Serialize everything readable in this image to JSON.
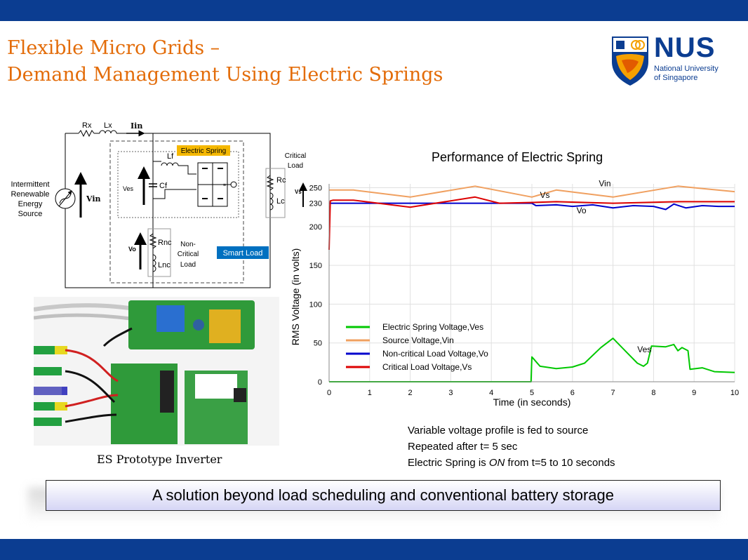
{
  "slide": {
    "title_line1": "Flexible Micro Grids –",
    "title_line2": "Demand Management Using Electric Springs",
    "banner": "A solution beyond load scheduling and conventional battery storage",
    "notes": [
      "Variable voltage profile is fed to source",
      "Repeated after t= 5 sec",
      "Electric Spring is ON from t=5 to 10 seconds"
    ],
    "notes_emphasis": "ON"
  },
  "logo": {
    "name": "NUS",
    "line1": "National University",
    "line2": "of Singapore"
  },
  "circuit": {
    "rx": "Rx",
    "lx": "Lx",
    "iin": "Iin",
    "source_line1": "Intermittent",
    "source_line2": "Renewable",
    "source_line3": "Energy",
    "source_line4": "Source",
    "vin": "Vin",
    "es_label": "Electric Spring",
    "lf": "Lf",
    "cf": "Cf",
    "ves": "Ves",
    "critical_line1": "Critical",
    "critical_line2": "Load",
    "rc": "Rc",
    "lc": "Lc",
    "vs": "Vs",
    "rnc": "Rnc",
    "lnc": "Lnc",
    "vo": "Vo",
    "noncrit_line1": "Non-",
    "noncrit_line2": "Critical",
    "noncrit_line3": "Load",
    "smart_load": "Smart Load"
  },
  "photo": {
    "caption": "ES Prototype Inverter"
  },
  "colors": {
    "band": "#0b3d91",
    "title": "#e36c09",
    "ves": "#00c800",
    "vin": "#f0a060",
    "vo": "#0000cc",
    "vs": "#dd0000",
    "es_box": "#f5b800",
    "smart_box": "#0070c0"
  },
  "chart_data": {
    "type": "line",
    "title": "Performance of Electric Spring",
    "xlabel": "Time (in seconds)",
    "ylabel": "RMS Voltage (in volts)",
    "xlim": [
      0,
      10
    ],
    "ylim": [
      0,
      255
    ],
    "xticks": [
      0,
      1,
      2,
      3,
      4,
      5,
      6,
      7,
      8,
      9,
      10
    ],
    "yticks": [
      0,
      50,
      100,
      150,
      200,
      230,
      250
    ],
    "grid": true,
    "legend_position": "lower-left",
    "annotations": [
      {
        "text": "Vin",
        "x": 6.65,
        "y": 252
      },
      {
        "text": "Vs",
        "x": 5.2,
        "y": 237
      },
      {
        "text": "Vo",
        "x": 6.1,
        "y": 217
      },
      {
        "text": "Ves",
        "x": 7.6,
        "y": 38
      }
    ],
    "series": [
      {
        "name": "Electric Spring Voltage,Ves",
        "color": "#00c800",
        "x": [
          0,
          4.98,
          5.0,
          5.2,
          5.6,
          6.0,
          6.3,
          6.7,
          7.0,
          7.3,
          7.6,
          7.75,
          7.85,
          7.95,
          8.3,
          8.5,
          8.6,
          8.7,
          8.85,
          8.9,
          9.2,
          9.5,
          10.0
        ],
        "y": [
          0,
          0,
          32,
          20,
          17,
          19,
          24,
          44,
          56,
          40,
          24,
          20,
          24,
          46,
          45,
          48,
          40,
          44,
          40,
          16,
          18,
          13,
          12
        ]
      },
      {
        "name": "Source Voltage,Vin",
        "color": "#f0a060",
        "x": [
          0,
          0.6,
          2.0,
          3.6,
          5.0,
          5.6,
          7.0,
          8.6,
          10.0
        ],
        "y": [
          247,
          247,
          238,
          252,
          238,
          247,
          238,
          252,
          245
        ]
      },
      {
        "name": "Non-critical Load Voltage,Vo",
        "color": "#0000cc",
        "x": [
          0,
          5.0,
          5.1,
          5.6,
          6.0,
          6.5,
          7.0,
          7.5,
          8.0,
          8.3,
          8.5,
          8.8,
          9.2,
          9.6,
          10.0
        ],
        "y": [
          230,
          230,
          227,
          228,
          226,
          228,
          224,
          227,
          226,
          222,
          229,
          224,
          227,
          226,
          226
        ]
      },
      {
        "name": "Critical Load Voltage,Vs",
        "color": "#dd0000",
        "x": [
          0,
          0.03,
          0.1,
          0.6,
          2.0,
          3.6,
          4.2,
          5.0,
          5.6,
          7.0,
          8.6,
          10.0
        ],
        "y": [
          170,
          233,
          234,
          234,
          225,
          238,
          230,
          231,
          232,
          230,
          232,
          232
        ]
      }
    ]
  }
}
